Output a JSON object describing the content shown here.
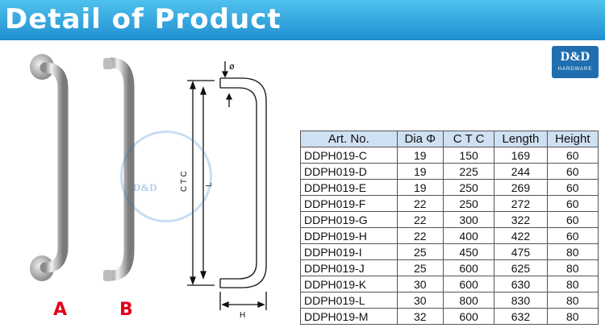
{
  "banner": {
    "title": "Detail of Product"
  },
  "logo": {
    "main": "D&D",
    "sub": "HARDWARE"
  },
  "watermark": {
    "brand": "D&D"
  },
  "handles": [
    {
      "label": "A"
    },
    {
      "label": "B"
    }
  ],
  "drawing": {
    "diameter_symbol": "ø",
    "ctc_label": "C T C",
    "length_label": "L",
    "height_label": "H"
  },
  "table": {
    "headers": [
      "Art. No.",
      "Dia Φ",
      "C T C",
      "Length",
      "Height"
    ],
    "rows": [
      [
        "DDPH019-C",
        "19",
        "150",
        "169",
        "60"
      ],
      [
        "DDPH019-D",
        "19",
        "225",
        "244",
        "60"
      ],
      [
        "DDPH019-E",
        "19",
        "250",
        "269",
        "60"
      ],
      [
        "DDPH019-F",
        "22",
        "250",
        "272",
        "60"
      ],
      [
        "DDPH019-G",
        "22",
        "300",
        "322",
        "60"
      ],
      [
        "DDPH019-H",
        "22",
        "400",
        "422",
        "60"
      ],
      [
        "DDPH019-I",
        "25",
        "450",
        "475",
        "80"
      ],
      [
        "DDPH019-J",
        "25",
        "600",
        "625",
        "80"
      ],
      [
        "DDPH019-K",
        "30",
        "600",
        "630",
        "80"
      ],
      [
        "DDPH019-L",
        "30",
        "800",
        "830",
        "80"
      ],
      [
        "DDPH019-M",
        "32",
        "600",
        "632",
        "80"
      ]
    ]
  }
}
